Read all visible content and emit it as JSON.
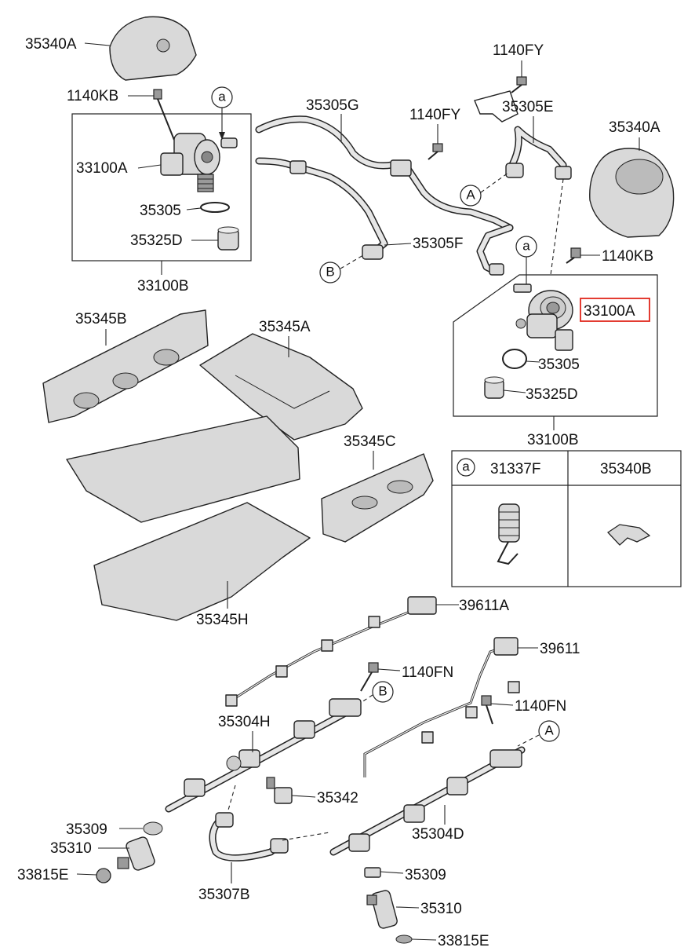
{
  "labels": {
    "l_35340A_top": "35340A",
    "l_1140KB_top": "1140KB",
    "l_33100A_left": "33100A",
    "l_35305_left": "35305",
    "l_35325D_left": "35325D",
    "l_33100B_left": "33100B",
    "l_35305G": "35305G",
    "l_1140FY_mid": "1140FY",
    "l_1140FY_top": "1140FY",
    "l_35305E": "35305E",
    "l_35340A_right": "35340A",
    "l_35305F": "35305F",
    "l_1140KB_right": "1140KB",
    "l_33100A_right": "33100A",
    "l_35305_right": "35305",
    "l_35325D_right": "35325D",
    "l_33100B_right": "33100B",
    "l_35345B": "35345B",
    "l_35345A": "35345A",
    "l_35345C": "35345C",
    "l_35345H": "35345H",
    "l_39611A": "39611A",
    "l_39611": "39611",
    "l_1140FN_a": "1140FN",
    "l_1140FN_b": "1140FN",
    "l_35304H": "35304H",
    "l_35342": "35342",
    "l_35309_left": "35309",
    "l_35310_left": "35310",
    "l_33815E_left": "33815E",
    "l_35307B": "35307B",
    "l_35304D": "35304D",
    "l_35309_right": "35309",
    "l_35310_right": "35310",
    "l_33815E_right": "33815E"
  },
  "callouts": {
    "a_left": "a",
    "a_right": "a",
    "A_mid": "A",
    "B_mid": "B",
    "B_lower": "B",
    "A_lower": "A",
    "a_table": "a"
  },
  "table": {
    "col1": "31337F",
    "col2": "35340B"
  },
  "highlight_color": "#e0261c"
}
